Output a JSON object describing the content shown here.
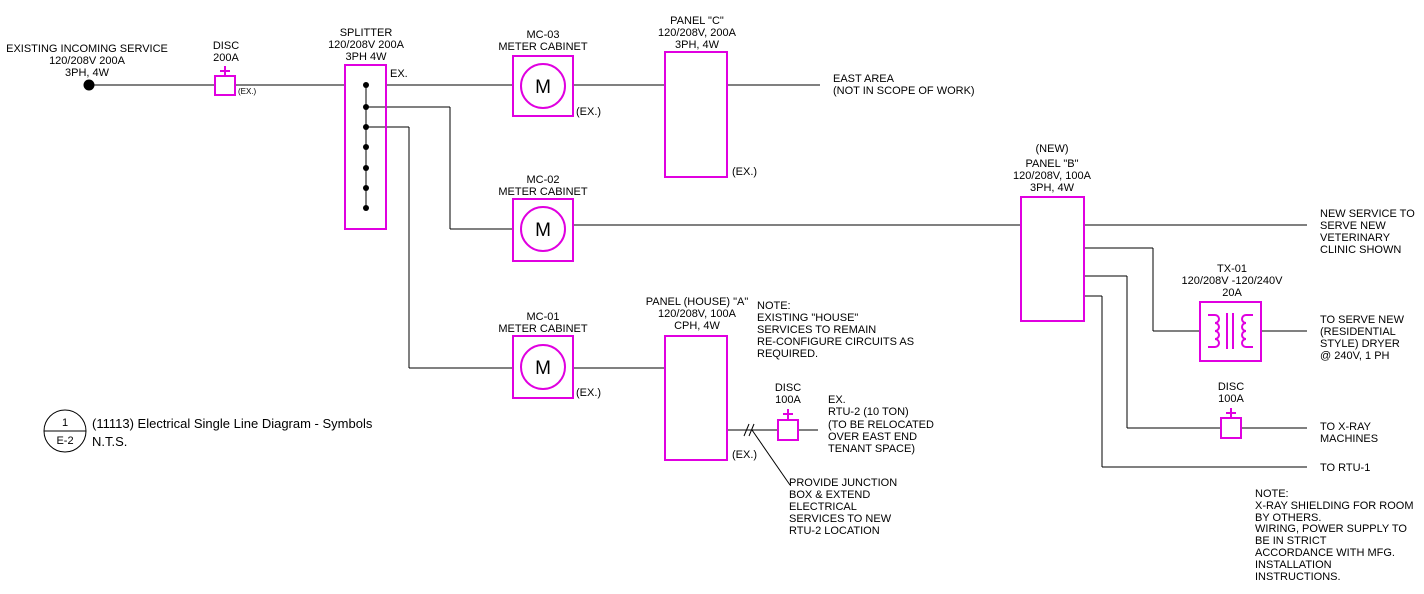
{
  "incoming": [
    "EXISTING INCOMING SERVICE",
    "120/208V 200A",
    "3PH, 4W"
  ],
  "disc_main": {
    "lines": [
      "DISC",
      "200A"
    ],
    "ex": "(EX.)"
  },
  "splitter": {
    "lines": [
      "SPLITTER",
      "120/208V 200A",
      "3PH 4W"
    ],
    "ex": "EX."
  },
  "mc03": {
    "lines": [
      "MC-03",
      "METER CABINET"
    ],
    "symbol": "M",
    "ex": "(EX.)"
  },
  "panel_c": {
    "lines": [
      "PANEL \"C\"",
      "120/208V, 200A",
      "3PH, 4W"
    ],
    "ex": "(EX.)"
  },
  "east_area": [
    "EAST AREA",
    "(NOT IN SCOPE OF WORK)"
  ],
  "mc02": {
    "lines": [
      "MC-02",
      "METER CABINET"
    ],
    "symbol": "M"
  },
  "panel_b": {
    "lines": [
      "(NEW)",
      "PANEL \"B\"",
      "120/208V, 100A",
      "3PH, 4W"
    ]
  },
  "new_service": [
    "NEW SERVICE TO",
    "SERVE NEW",
    "VETERINARY",
    "CLINIC SHOWN"
  ],
  "tx01": [
    "TX-01",
    "120/208V -120/240V",
    "20A"
  ],
  "dryer": [
    "TO SERVE NEW",
    "(RESIDENTIAL",
    "STYLE) DRYER",
    "@ 240V, 1 PH"
  ],
  "disc_xray": [
    "DISC",
    "100A"
  ],
  "xray": [
    "TO X-RAY",
    "MACHINES"
  ],
  "rtu1": "TO RTU-1",
  "mc01": {
    "lines": [
      "MC-01",
      "METER CABINET"
    ],
    "symbol": "M",
    "ex": "(EX.)"
  },
  "panel_a": {
    "lines": [
      "PANEL (HOUSE) \"A\"",
      "120/208V, 100A",
      "CPH, 4W"
    ],
    "ex": "(EX.)"
  },
  "note_house": [
    "NOTE:",
    "EXISTING \"HOUSE\"",
    "SERVICES TO REMAIN",
    "RE-CONFIGURE CIRCUITS AS",
    "REQUIRED."
  ],
  "disc_rtu2": [
    "DISC",
    "100A"
  ],
  "rtu2": [
    "EX.",
    "RTU-2 (10 TON)",
    "(TO BE RELOCATED",
    "OVER EAST END",
    "TENANT SPACE)"
  ],
  "junction": [
    "PROVIDE JUNCTION",
    "BOX & EXTEND",
    "ELECTRICAL",
    "SERVICES TO NEW",
    "RTU-2 LOCATION"
  ],
  "note_xray": [
    "NOTE:",
    "X-RAY SHIELDING FOR ROOM",
    "BY OTHERS.",
    "WIRING, POWER SUPPLY TO",
    "BE IN STRICT",
    "ACCORDANCE WITH MFG.",
    "INSTALLATION",
    "INSTRUCTIONS."
  ],
  "title": {
    "number": "1",
    "sheet": "E-2",
    "label": "(11113) Electrical Single Line Diagram - Symbols",
    "scale": "N.T.S."
  },
  "colors": {
    "equipment": "#e000e0",
    "wire": "#000000"
  }
}
